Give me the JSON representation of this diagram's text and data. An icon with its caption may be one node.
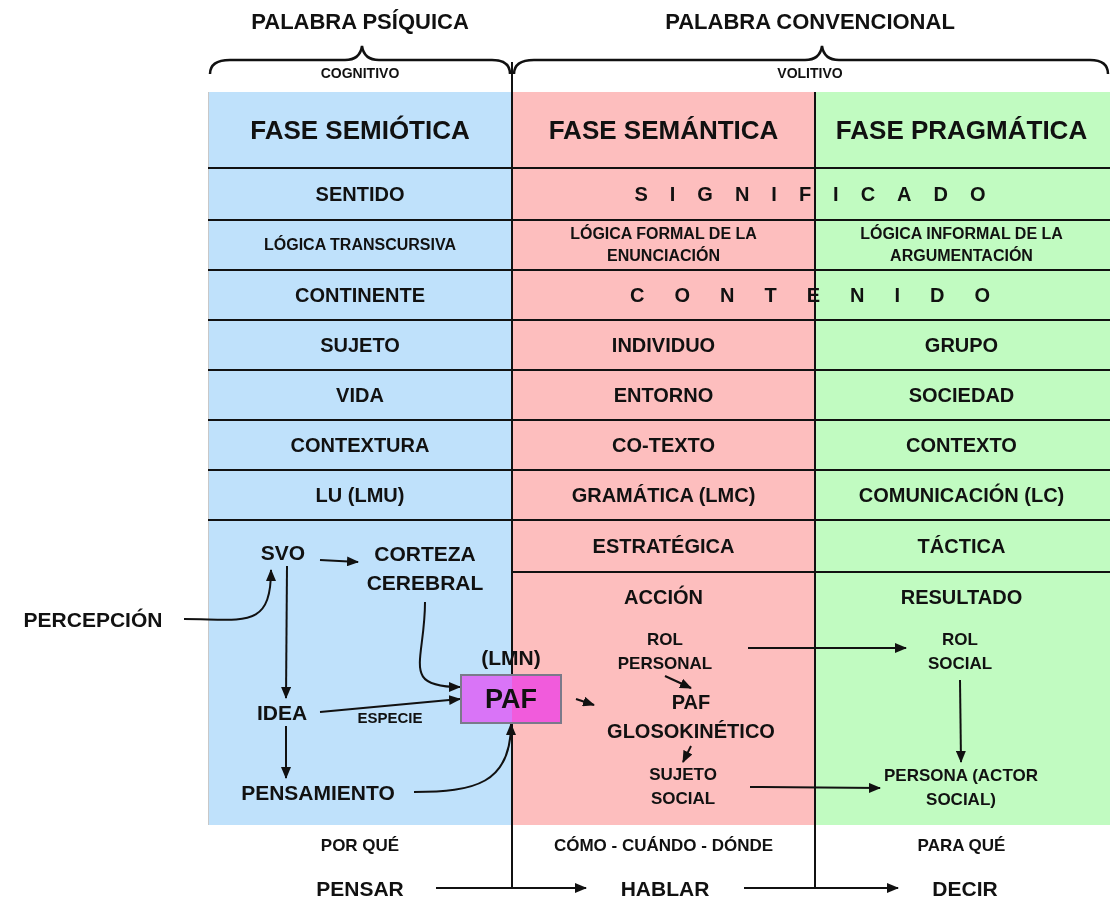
{
  "diagram": {
    "nodes": [
      {
        "text": [
          "PERCEPCIÓN"
        ]
      },
      {
        "text": [
          "SVO"
        ]
      },
      {
        "text": [
          "CORTEZA CEREBRAL"
        ]
      },
      {
        "text": [
          "IDEA"
        ]
      },
      {
        "text": [
          "PAF"
        ],
        "beside": [
          "(LMN)"
        ]
      },
      {
        "text": [
          "PENSAMIENTO"
        ]
      },
      {
        "text": [
          "ROL PERSONAL"
        ]
      },
      {
        "text": [
          "PAF GLOSOKINÉTICO"
        ]
      },
      {
        "text": [
          "SUJETO SOCIAL"
        ]
      },
      {
        "text": [
          "ROL SOCIAL"
        ]
      },
      {
        "text": [
          "PERSONA (ACTOR SOCIAL)"
        ]
      },
      {
        "text": [
          "PENSAR"
        ]
      },
      {
        "text": [
          "HABLAR"
        ]
      },
      {
        "text": [
          "DECIR"
        ]
      }
    ],
    "edges": [
      {
        "from": 0,
        "to": 1,
        "arrow": "to"
      },
      {
        "from": 1,
        "to": 2,
        "arrow": "to"
      },
      {
        "from": 1,
        "to": 3,
        "arrow": "to"
      },
      {
        "from": 2,
        "to": 4,
        "arrow": "to"
      },
      {
        "from": 3,
        "to": 4,
        "arrow": "to",
        "label": "ESPECIE"
      },
      {
        "from": 3,
        "to": 5,
        "arrow": "to"
      },
      {
        "from": 5,
        "to": 4,
        "arrow": "to"
      },
      {
        "from": 4,
        "to": 7,
        "arrow": "to"
      },
      {
        "from": 6,
        "to": 7,
        "arrow": "to"
      },
      {
        "from": 7,
        "to": 8,
        "arrow": "to"
      },
      {
        "from": 6,
        "to": 9,
        "arrow": "to"
      },
      {
        "from": 9,
        "to": 10,
        "arrow": "to"
      },
      {
        "from": 8,
        "to": 10,
        "arrow": "to"
      },
      {
        "from": 11,
        "to": 12,
        "arrow": "to"
      },
      {
        "from": 12,
        "to": 13,
        "arrow": "to"
      }
    ],
    "labels": [
      "PALABRA PSÍQUICA",
      "PALABRA CONVENCIONAL",
      "COGNITIVO",
      "VOLITIVO",
      "FASE SEMIÓTICA",
      "FASE SEMÁNTICA",
      "FASE PRAGMÁTICA",
      "SENTIDO",
      "SIGNIFICADO",
      "LÓGICA TRANSCURSIVA",
      "LÓGICA FORMAL DE LA ENUNCIACIÓN",
      "LÓGICA INFORMAL DE LA ARGUMENTACIÓN",
      "CONTINENTE",
      "CONTENIDO",
      "SUJETO",
      "INDIVIDUO",
      "GRUPO",
      "VIDA",
      "ENTORNO",
      "SOCIEDAD",
      "CONTEXTURA",
      "CO-TEXTO",
      "CONTEXTO",
      "LU (LMU)",
      "GRAMÁTICA (LMC)",
      "COMUNICACIÓN (LC)",
      "ESTRATÉGICA",
      "TÁCTICA",
      "ACCIÓN",
      "RESULTADO",
      "POR QUÉ",
      "CÓMO - CUÁNDO - DÓNDE",
      "PARA QUÉ"
    ]
  }
}
